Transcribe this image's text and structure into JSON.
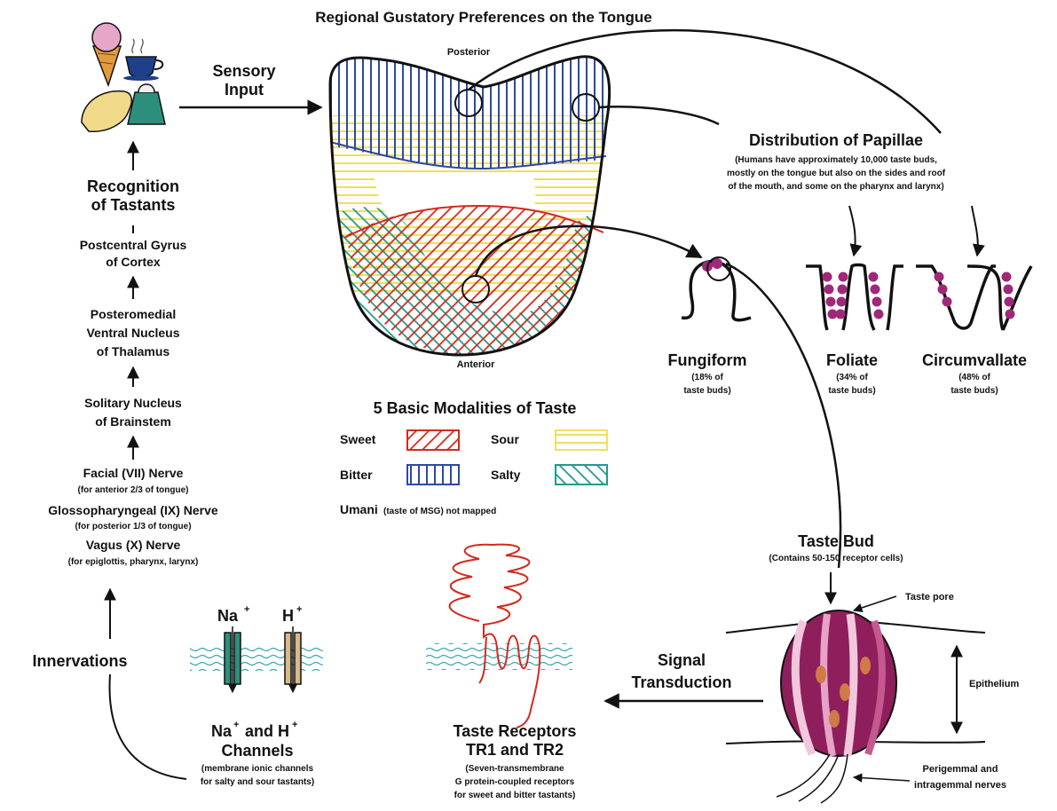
{
  "title": "Regional Gustatory Preferences on the Tongue",
  "tongue": {
    "posterior": "Posterior",
    "anterior": "Anterior"
  },
  "sensory_input": [
    "Sensory",
    "Input"
  ],
  "pathway": {
    "recognition": [
      "Recognition",
      "of Tastants"
    ],
    "postcentral": [
      "Postcentral Gyrus",
      "of Cortex"
    ],
    "thalamus": [
      "Posteromedial",
      "Ventral Nucleus",
      "of Thalamus"
    ],
    "solitary": [
      "Solitary Nucleus",
      "of Brainstem"
    ],
    "facial": "Facial (VII) Nerve",
    "facial_note": "(for anterior 2/3 of tongue)",
    "glosso": "Glossopharyngeal (IX) Nerve",
    "glosso_note": "(for posterior 1/3 of tongue)",
    "vagus": "Vagus (X) Nerve",
    "vagus_note": "(for epiglottis, pharynx, larynx)",
    "innervations": "Innervations"
  },
  "legend": {
    "title": "5 Basic Modalities of Taste",
    "items": [
      {
        "label": "Sweet",
        "color": "#d22a1e"
      },
      {
        "label": "Sour",
        "color": "#f0df62"
      },
      {
        "label": "Bitter",
        "color": "#2d4aa0"
      },
      {
        "label": "Salty",
        "color": "#1f9c8c"
      }
    ],
    "umami_label": "Umani",
    "umami_note": "(taste of MSG) not mapped"
  },
  "papillae": {
    "title": "Distribution of Papillae",
    "note": [
      "(Humans have approximately 10,000 taste buds,",
      "mostly on the tongue but also on the sides and roof",
      "of the mouth, and some on the pharynx and larynx)"
    ],
    "types": [
      {
        "name": "Fungiform",
        "note": [
          "(18% of",
          "taste buds)"
        ]
      },
      {
        "name": "Foliate",
        "note": [
          "(34% of",
          "taste buds)"
        ]
      },
      {
        "name": "Circumvallate",
        "note": [
          "(48% of",
          "taste buds)"
        ]
      }
    ]
  },
  "taste_bud": {
    "title": "Taste Bud",
    "note": "(Contains 50-150 receptor cells)",
    "pore": "Taste pore",
    "epithelium": "Epithelium",
    "nerves": [
      "Perigemmal and",
      "intragemmal nerves"
    ]
  },
  "signal": [
    "Signal",
    "Transduction"
  ],
  "receptors": {
    "title": [
      "Taste Receptors",
      "TR1 and TR2"
    ],
    "note": [
      "(Seven-transmembrane",
      "G protein-coupled receptors",
      "for sweet and bitter tastants)"
    ]
  },
  "channels": {
    "na": "Na",
    "h": "H",
    "plus": "+",
    "title": [
      "Na",
      "and H",
      "Channels"
    ],
    "note": [
      "(membrane ionic channels",
      "for salty and sour tastants)"
    ]
  },
  "colors": {
    "sweet": "#d22a1e",
    "sour": "#f0df62",
    "bitter": "#2d4aa0",
    "salty": "#1f9c8c",
    "papilla": "#a0287a",
    "bud": "#8e1e5c",
    "channel_teal": "#2f8f7a",
    "channel_tan": "#d8b98a"
  }
}
